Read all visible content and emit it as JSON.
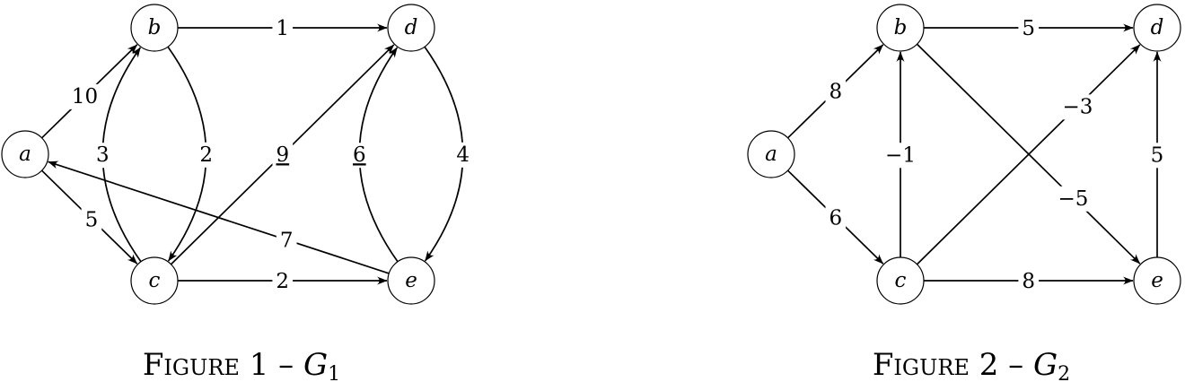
{
  "figures": [
    {
      "caption": {
        "word": "Figure",
        "number": "1",
        "dash": "–",
        "graph": "G",
        "sub": "1"
      },
      "nodes": [
        {
          "id": "a",
          "label": "a"
        },
        {
          "id": "b",
          "label": "b"
        },
        {
          "id": "c",
          "label": "c"
        },
        {
          "id": "d",
          "label": "d"
        },
        {
          "id": "e",
          "label": "e"
        }
      ],
      "edges": [
        {
          "from": "a",
          "to": "b",
          "weight": "10",
          "underlined": false
        },
        {
          "from": "a",
          "to": "c",
          "weight": "5",
          "underlined": false
        },
        {
          "from": "b",
          "to": "d",
          "weight": "1",
          "underlined": false
        },
        {
          "from": "b",
          "to": "c",
          "weight": "2",
          "underlined": false
        },
        {
          "from": "c",
          "to": "b",
          "weight": "3",
          "underlined": false
        },
        {
          "from": "c",
          "to": "d",
          "weight": "9",
          "underlined": true
        },
        {
          "from": "c",
          "to": "e",
          "weight": "2",
          "underlined": false
        },
        {
          "from": "d",
          "to": "e",
          "weight": "4",
          "underlined": false
        },
        {
          "from": "e",
          "to": "d",
          "weight": "6",
          "underlined": true
        },
        {
          "from": "e",
          "to": "a",
          "weight": "7",
          "underlined": false
        }
      ]
    },
    {
      "caption": {
        "word": "Figure",
        "number": "2",
        "dash": "–",
        "graph": "G",
        "sub": "2"
      },
      "nodes": [
        {
          "id": "a",
          "label": "a"
        },
        {
          "id": "b",
          "label": "b"
        },
        {
          "id": "c",
          "label": "c"
        },
        {
          "id": "d",
          "label": "d"
        },
        {
          "id": "e",
          "label": "e"
        }
      ],
      "edges": [
        {
          "from": "a",
          "to": "b",
          "weight": "8",
          "underlined": false
        },
        {
          "from": "a",
          "to": "c",
          "weight": "6",
          "underlined": false
        },
        {
          "from": "b",
          "to": "d",
          "weight": "5",
          "underlined": false
        },
        {
          "from": "b",
          "to": "e",
          "weight": "−5",
          "underlined": false
        },
        {
          "from": "c",
          "to": "b",
          "weight": "−1",
          "underlined": false
        },
        {
          "from": "c",
          "to": "d",
          "weight": "−3",
          "underlined": false
        },
        {
          "from": "c",
          "to": "e",
          "weight": "8",
          "underlined": false
        },
        {
          "from": "e",
          "to": "d",
          "weight": "5",
          "underlined": false
        }
      ]
    }
  ]
}
